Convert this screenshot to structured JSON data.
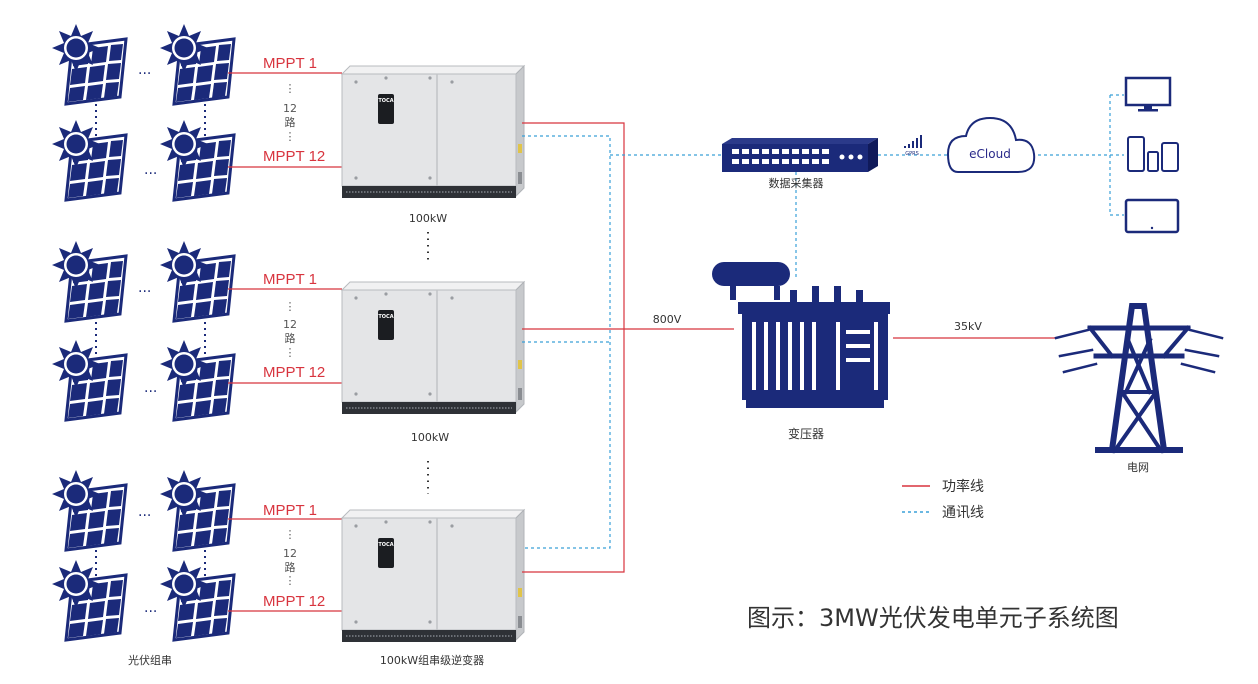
{
  "title": "图示：3MW光伏发电单元子系统图",
  "labels": {
    "mppt_first": "MPPT 1",
    "mppt_last": "MPPT 12",
    "lanes_num": "12",
    "lanes_unit": "路",
    "inverter_power": "100kW",
    "pv_string": "光伏组串",
    "inverter_caption": "100kW组串级逆变器",
    "collector": "数据采集器",
    "gprs": "GPRS",
    "cloud": "eCloud",
    "voltage_low": "800V",
    "voltage_high": "35kV",
    "transformer": "变压器",
    "grid": "电网",
    "inverter_logo": "TOCA"
  },
  "legend": {
    "power_line": "功率线",
    "comm_line": "通讯线"
  },
  "colors": {
    "power_line": "#d8343e",
    "comm_line": "#3aa0d8",
    "navy": "#1b2a7a",
    "inverter_body": "#e4e5e7"
  },
  "icons": [
    "sun-icon",
    "solar-panel-icon",
    "inverter-icon",
    "switch-icon",
    "signal-icon",
    "cloud-icon",
    "monitor-icon",
    "phone-tablet-icon",
    "tablet-icon",
    "transformer-icon",
    "transmission-tower-icon"
  ]
}
